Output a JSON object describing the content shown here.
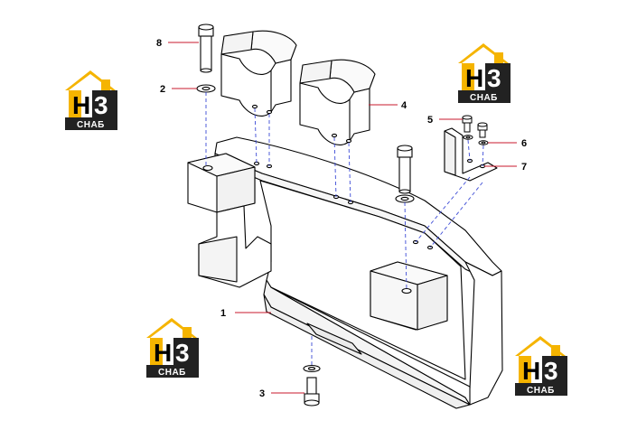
{
  "diagram": {
    "callouts": [
      {
        "id": "1",
        "label": "1"
      },
      {
        "id": "2",
        "label": "2"
      },
      {
        "id": "3",
        "label": "3"
      },
      {
        "id": "4",
        "label": "4"
      },
      {
        "id": "5",
        "label": "5"
      },
      {
        "id": "6",
        "label": "6"
      },
      {
        "id": "7",
        "label": "7"
      },
      {
        "id": "8",
        "label": "8"
      }
    ],
    "colors": {
      "line": "#000000",
      "leader": "#c8182c",
      "hidden": "#3c4bd6",
      "logo_yellow": "#f5b400",
      "logo_dark": "#222222"
    }
  },
  "watermark": {
    "letters": "Н3",
    "word": "СНАБ"
  }
}
